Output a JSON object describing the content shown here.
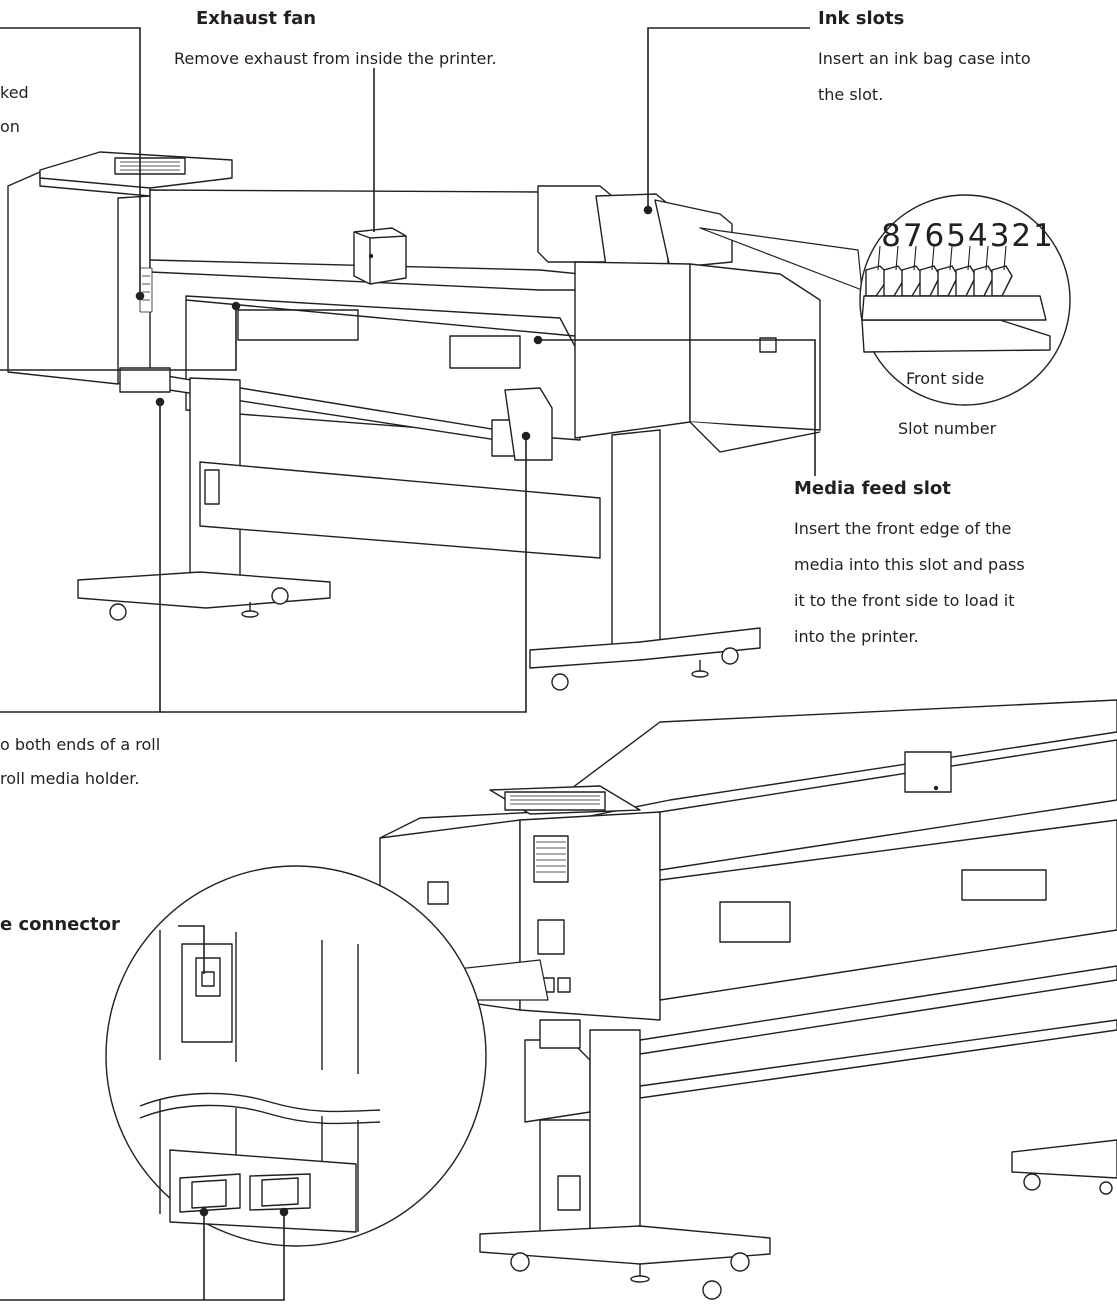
{
  "callouts": {
    "exhaust_fan": {
      "title": "Exhaust fan",
      "desc": [
        "Remove exhaust from inside the printer."
      ]
    },
    "ink_slots": {
      "title": "Ink slots",
      "desc": [
        "Insert an ink bag case into",
        "the slot."
      ]
    },
    "media_feed_slot": {
      "title": "Media feed slot",
      "desc": [
        "Insert the front edge of the",
        "media into this slot and pass",
        "it to the front side to load it",
        "into the printer."
      ]
    },
    "left_partial": {
      "desc": [
        "ked",
        "on"
      ]
    },
    "roll_holder_partial": {
      "desc": [
        "o both ends of a roll",
        "roll media holder."
      ]
    },
    "connector_partial": {
      "title": "e connector"
    }
  },
  "inset": {
    "slot_numbers": "87654321",
    "front_side_label": "Front side",
    "slot_number_caption": "Slot number"
  }
}
